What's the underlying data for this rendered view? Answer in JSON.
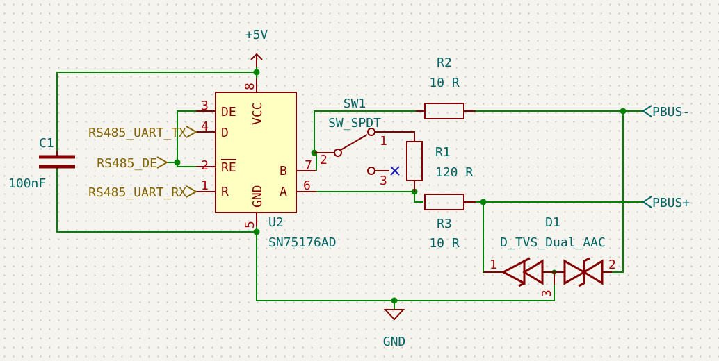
{
  "power": {
    "vcc_label": "+5V",
    "gnd_label": "GND"
  },
  "capacitor": {
    "ref": "C1",
    "value": "100nF"
  },
  "ic": {
    "ref": "U2",
    "value": "SN75176AD",
    "pins": {
      "de": {
        "num": "3",
        "name": "DE"
      },
      "d": {
        "num": "4",
        "name": "D"
      },
      "re": {
        "num": "2",
        "name": "RE"
      },
      "r": {
        "num": "1",
        "name": "R"
      },
      "vcc": {
        "num": "8",
        "name": "VCC"
      },
      "gnd": {
        "num": "5",
        "name": "GND"
      },
      "b": {
        "num": "7",
        "name": "B"
      },
      "a": {
        "num": "6",
        "name": "A"
      }
    }
  },
  "labels": {
    "uart_tx": "RS485_UART_TX",
    "de": "RS485_DE",
    "uart_rx": "RS485_UART_RX"
  },
  "switch": {
    "ref": "SW1",
    "value": "SW_SPDT",
    "pin1": "1",
    "pin2": "2",
    "pin3": "3"
  },
  "r1": {
    "ref": "R1",
    "value": "120 R"
  },
  "r2": {
    "ref": "R2",
    "value": "10 R"
  },
  "r3": {
    "ref": "R3",
    "value": "10 R"
  },
  "tvs": {
    "ref": "D1",
    "value": "D_TVS_Dual_AAC",
    "pin1": "1",
    "pin2": "2",
    "pin3": "3"
  },
  "ports": {
    "bus_minus": "PBUS-",
    "bus_plus": "PBUS+"
  }
}
